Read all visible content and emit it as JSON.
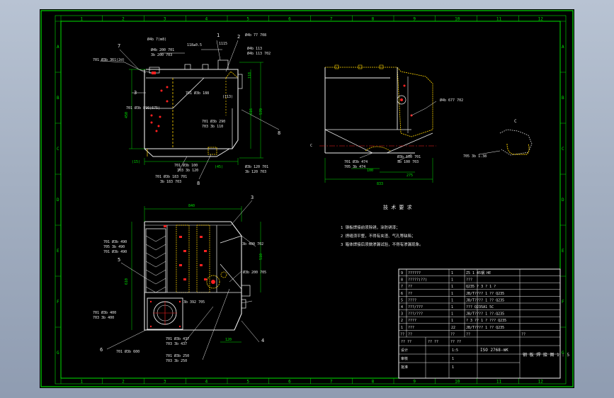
{
  "colors": {
    "frame": "#00e000",
    "outline": "#f0f0f0",
    "hidden": "#ffd400",
    "dimension": "#00e000",
    "center": "#ff2020",
    "leader": "#f0f0f0",
    "background": "#000000",
    "window_bg": "#a4b0c2"
  },
  "zone_columns": [
    "1",
    "2",
    "3",
    "4",
    "5",
    "6",
    "7",
    "8",
    "9",
    "10",
    "11",
    "12"
  ],
  "zone_rows": [
    "A",
    "B",
    "C",
    "D",
    "E",
    "F",
    "G"
  ],
  "front_view": {
    "balloons": [
      "1",
      "2",
      "7",
      "3",
      "8"
    ],
    "labels": {
      "top1": "Ø4b 7(m8)",
      "top2": "Ø4b 200 701",
      "top3": "3b 200 703",
      "top4": "118±0.5",
      "top5": "1115",
      "top6": "Ø4b 77 708",
      "top7": "Ø4b 113",
      "top8": "Ø4b 113 702",
      "left1": "701 Ø3b 361(2d)",
      "left2": "701 Ø3b 890(675)",
      "mid1": "701 Ø3b 188",
      "mid2": "(113)",
      "right1": "701 Ø3b 290",
      "right2": "703 3b 110",
      "dim_left": "450",
      "dim_right1": "516",
      "dim_right2": "570",
      "dim_top_right": "118",
      "bot1": "701 Ø3b 100",
      "bot2": "703 3b 120",
      "bot3": "701 Ø3b 183 701",
      "bot4": "3b 183 703",
      "bot5": "(45)",
      "bot6": "Ø3b 120 701",
      "bot7": "3b 120 703",
      "bot8": "(15)",
      "balloon_b": "8"
    }
  },
  "side_view": {
    "labels": {
      "r1": "Ø4b 677 702",
      "c_mark": "C",
      "b1": "701 Ø3b 474",
      "b2": "705 3b 474",
      "b3": "Ø3b 100 701",
      "b4": "3b 100 703",
      "d1": "100",
      "d2": "275",
      "d3": "833"
    }
  },
  "detail_c": {
    "title": "C",
    "label": "705 3b 1.38"
  },
  "top_view": {
    "labels": {
      "width": "840",
      "l1": "701 Ø3b 490",
      "l2": "705 3b 490",
      "l3": "701 Ø3b 490",
      "b5": "5",
      "r1": "3b 400 702",
      "dim_r": "510",
      "r2": "Ø3b 200 705",
      "b3": "3",
      "left_dim": "610",
      "r3": "3b 392 705",
      "bl1": "701 Ø3b 400",
      "bl2": "703 3b 400",
      "bl3": "701 Ø3b 600",
      "b6": "6",
      "bm1": "701 Ø3b 437",
      "bm2": "703 3b 437",
      "bm3": "701 Ø3b 250",
      "bm4": "703 3b 250",
      "d120": "120",
      "b4": "4"
    }
  },
  "notes": {
    "title": "技 术 要 求",
    "lines": [
      "1  钢板焊接前须除锈，涂防锈漆；",
      "2  焊缝须平整，不得有夹渣、气孔等缺陷；",
      "3  箱体焊接后须做渗漏试验，不得有渗漏现象。"
    ]
  },
  "title_block": {
    "rows": [
      {
        "no": "9",
        "name": "??????",
        "qty": "1",
        "mat": "Z5 1 45钢 HE"
      },
      {
        "no": "8",
        "name": "?????(??)",
        "qty": "1",
        "mat": "???"
      },
      {
        "no": "7",
        "name": "??",
        "qty": "1",
        "mat": "Q235  ? 3 ? 1 ?"
      },
      {
        "no": "6",
        "name": "??",
        "qty": "1",
        "mat": "JB/T???? 1 ?? Q235"
      },
      {
        "no": "5",
        "name": "????",
        "qty": "1",
        "mat": "JB/T???? 1 ?? Q235"
      },
      {
        "no": "4",
        "name": "???/???",
        "qty": "1",
        "mat": "??? Q235A1 5C"
      },
      {
        "no": "3",
        "name": "???/???",
        "qty": "1",
        "mat": "JB/T???? 1 ??-Q235"
      },
      {
        "no": "2",
        "name": "????",
        "qty": "1",
        "mat": "? 3 ?? 1 ? ??? Q235"
      },
      {
        "no": "1",
        "name": "???",
        "qty": "22",
        "mat": "JB/T???? 1 ?? Q235"
      }
    ],
    "header": {
      "no": "??",
      "name": "??",
      "qty": "??",
      "mat": "??",
      "remark": "??"
    },
    "drawing_title": "钢 板 焊 接 图",
    "sheet_suffix": "1 : 5",
    "code": "ISO 2768-mK",
    "sub1": "??  ??",
    "sub2": "??  ??",
    "sub3": "??  ??",
    "designer": "设计",
    "checker": "审核",
    "approver": "批准",
    "scale": "1:5",
    "sheets": "1",
    "qty2": "1"
  }
}
